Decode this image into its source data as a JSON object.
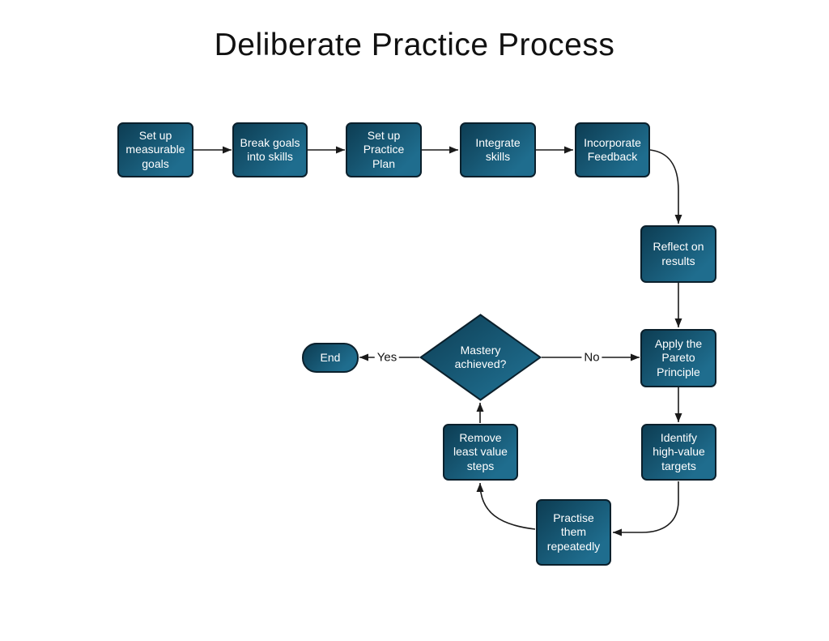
{
  "title": "Deliberate Practice Process",
  "colors": {
    "node_fill_dark": "#0d3d53",
    "node_fill_light": "#1f6d8e",
    "node_border": "#0b202c",
    "arrow": "#1a1a1a",
    "node_text": "#ffffff",
    "background": "#ffffff",
    "title_text": "#111111"
  },
  "nodes": {
    "setup_goals": {
      "label": "Set up\nmeasurable\ngoals",
      "type": "process"
    },
    "break_goals": {
      "label": "Break goals\ninto skills",
      "type": "process"
    },
    "practice_plan": {
      "label": "Set up\nPractice\nPlan",
      "type": "process"
    },
    "integrate_skills": {
      "label": "Integrate\nskills",
      "type": "process"
    },
    "incorporate_feedback": {
      "label": "Incorporate\nFeedback",
      "type": "process"
    },
    "reflect_results": {
      "label": "Reflect on\nresults",
      "type": "process"
    },
    "apply_pareto": {
      "label": "Apply the\nPareto\nPrinciple",
      "type": "process"
    },
    "mastery_achieved": {
      "label": "Mastery\nachieved?",
      "type": "decision"
    },
    "end": {
      "label": "End",
      "type": "terminator"
    },
    "remove_steps": {
      "label": "Remove\nleast value\nsteps",
      "type": "process"
    },
    "identify_targets": {
      "label": "Identify\nhigh-value\ntargets",
      "type": "process"
    },
    "practise_repeatedly": {
      "label": "Practise\nthem\nrepeatedly",
      "type": "process"
    }
  },
  "edge_labels": {
    "yes": "Yes",
    "no": "No"
  }
}
